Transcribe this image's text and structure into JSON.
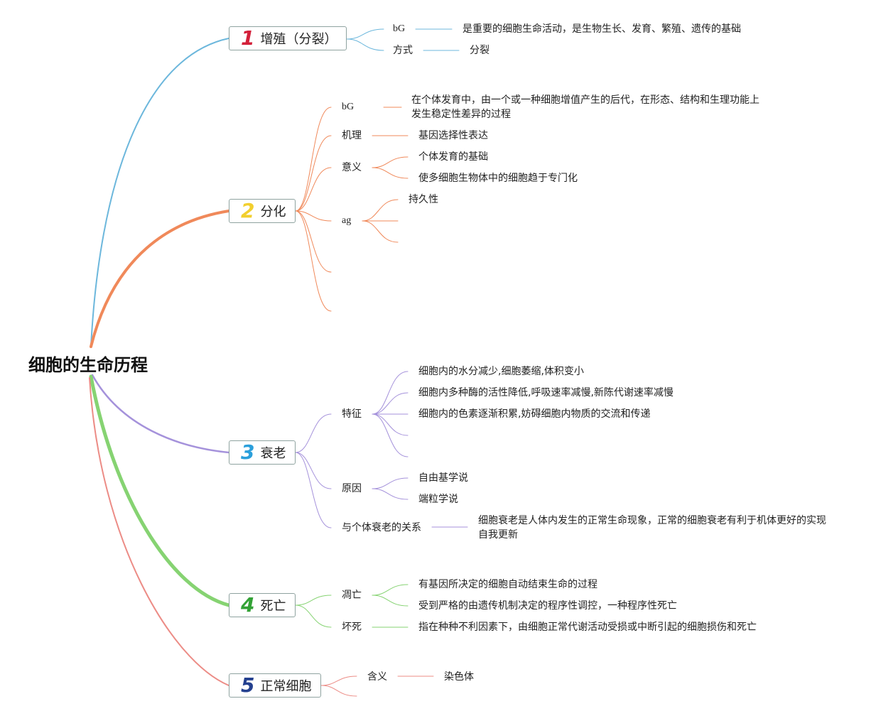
{
  "root": {
    "label": "细胞的生命历程"
  },
  "branches": [
    {
      "number": "1",
      "label": "增殖（分裂）",
      "color": "#6cb7dc",
      "num_color": "#d3203a",
      "items": [
        {
          "label": "bG",
          "values": [
            "是重要的细胞生命活动，是生物生长、发育、繁殖、遗传的基础"
          ]
        },
        {
          "label": "方式",
          "values": [
            "分裂"
          ]
        }
      ]
    },
    {
      "number": "2",
      "label": "分化",
      "color": "#f0895a",
      "num_color": "#f2cf2e",
      "items": [
        {
          "label": "bG",
          "values": [
            "在个体发育中，由一个或一种细胞增值产生的后代，在形态、结构和生理功能上",
            "发生稳定性差异的过程"
          ]
        },
        {
          "label": "机理",
          "values": [
            "基因选择性表达"
          ]
        },
        {
          "label": "意义",
          "values": [
            "个体发育的基础",
            "使多细胞生物体中的细胞趋于专门化"
          ]
        },
        {
          "label": "ag",
          "values": [
            "持久性",
            "",
            ""
          ]
        },
        {
          "label": "",
          "values": []
        },
        {
          "label": "",
          "values": []
        }
      ]
    },
    {
      "number": "3",
      "label": "衰老",
      "color": "#a592db",
      "num_color": "#2a9fdb",
      "items": [
        {
          "label": "特征",
          "values": [
            "细胞内的水分减少,细胞萎缩,体积变小",
            "细胞内多种酶的活性降低,呼吸速率减慢,新陈代谢速率减慢",
            "细胞内的色素逐渐积累,妨碍细胞内物质的交流和传递",
            "",
            ""
          ]
        },
        {
          "label": "原因",
          "values": [
            "自由基学说",
            "端粒学说"
          ]
        },
        {
          "label": "与个体衰老的关系",
          "values": [
            "细胞衰老是人体内发生的正常生命现象，正常的细胞衰老有利于机体更好的实现",
            "自我更新"
          ]
        }
      ]
    },
    {
      "number": "4",
      "label": "死亡",
      "color": "#86d372",
      "num_color": "#33a236",
      "items": [
        {
          "label": "凋亡",
          "values": [
            "有基因所决定的细胞自动结束生命的过程",
            "受到严格的由遗传机制决定的程序性调控，一种程序性死亡"
          ]
        },
        {
          "label": "坏死",
          "values": [
            "指在种种不利因素下，由细胞正常代谢活动受损或中断引起的细胞损伤和死亡"
          ]
        }
      ]
    },
    {
      "number": "5",
      "label": "正常细胞",
      "color": "#ec8c86",
      "num_color": "#24408f",
      "items": [
        {
          "label": "含义",
          "values": [
            "染色体"
          ]
        },
        {
          "label": "",
          "values": []
        }
      ]
    }
  ]
}
